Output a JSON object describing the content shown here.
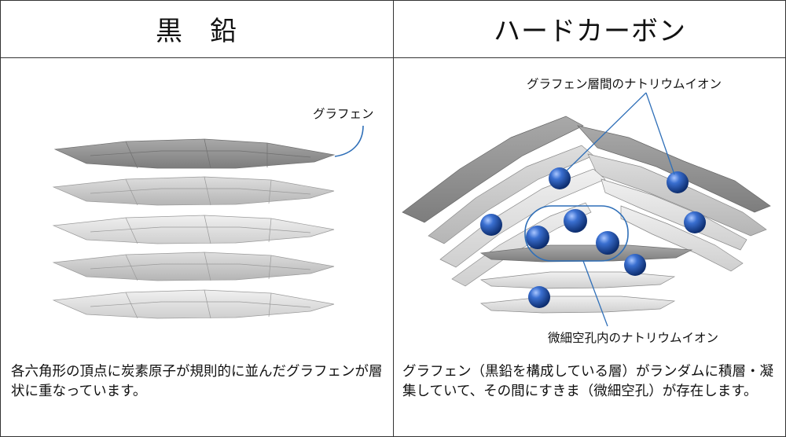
{
  "left_panel": {
    "title_a": "黒",
    "title_b": "鉛",
    "label_graphene": "グラフェン",
    "caption": "各六角形の頂点に炭素原子が規則的に並んだグラフェンが層状に重なっています。"
  },
  "right_panel": {
    "title": "ハードカーボン",
    "label_interlayer_ions": "グラフェン層間のナトリウムイオン",
    "label_micropore_ions": "微細空孔内のナトリウムイオン",
    "caption": "グラフェン（黒鉛を構成している層）がランダムに積層・凝集していて、その間にすきま（微細空孔）が存在します。"
  },
  "colors": {
    "border": "#333333",
    "sheet_dark": "#8f8f8f",
    "sheet_mid": "#c4c4c4",
    "sheet_light": "#dcdcdc",
    "ion": "#1f4fa8",
    "leader_line": "#2f6fb8"
  }
}
